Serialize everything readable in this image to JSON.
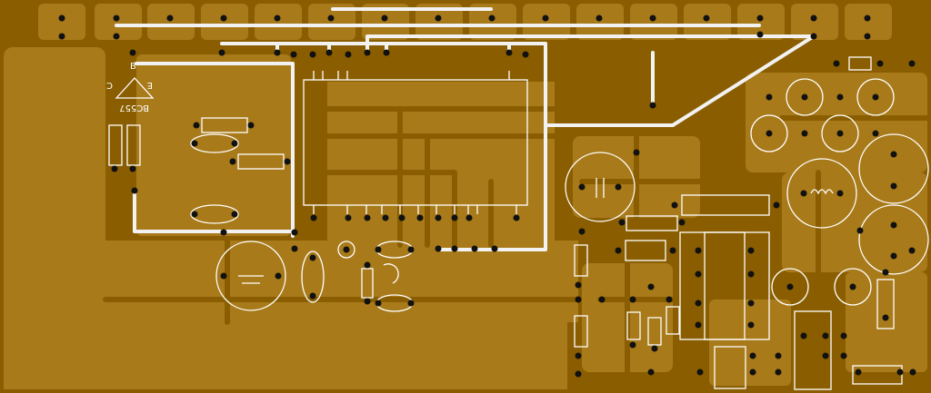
{
  "colors": {
    "board": "#8a5e00",
    "copper": "#a87a1a",
    "silk": "#ffffff",
    "pad": "#111111"
  },
  "labels": {
    "transistor_part": "BC557",
    "pin_b": "B",
    "pin_c": "C",
    "pin_e": "E"
  }
}
